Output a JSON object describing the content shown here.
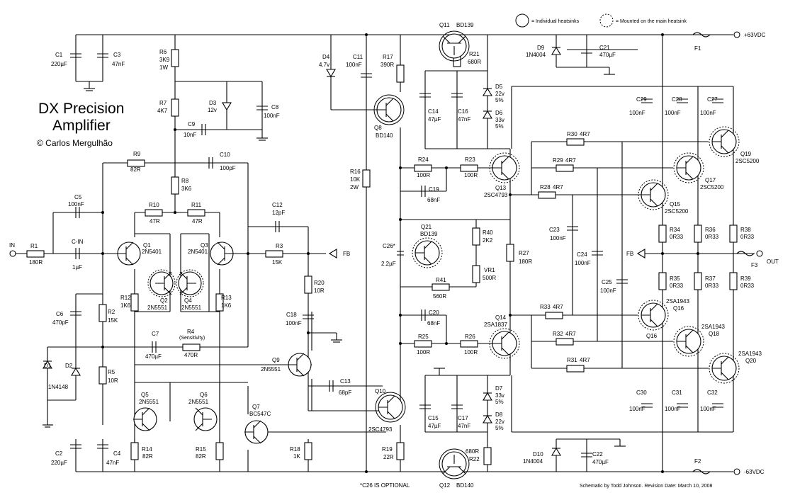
{
  "title": {
    "line1": "DX Precision",
    "line2": "Amplifier",
    "copyright": "© Carlos Mergulhão"
  },
  "legend": {
    "individual": "= Individual heatsinks",
    "main": "= Mounted on the main heatsink"
  },
  "rails": {
    "positive": "+63VDC",
    "negative": "-63VDC"
  },
  "terminals": {
    "input": "IN",
    "output": "OUT",
    "feedback": "FB"
  },
  "footer": {
    "optional_note": "*C26 IS OPTIONAL",
    "credit": "Schematic by Todd Johnson.  Revision Date: March 10, 2008"
  },
  "components": {
    "C1": [
      "C1",
      "220µF"
    ],
    "C3": [
      "C3",
      "47nF"
    ],
    "R6": [
      "R6",
      "3K9",
      "1W"
    ],
    "R7": [
      "R7",
      "4K7"
    ],
    "D3": [
      "D3",
      "12v"
    ],
    "C8": [
      "C8",
      "100nF"
    ],
    "C9": [
      "C9",
      "10nF"
    ],
    "R9": [
      "R9",
      "82R"
    ],
    "C10": [
      "C10",
      "100pF"
    ],
    "R8": [
      "R8",
      "3K6"
    ],
    "R10": [
      "R10",
      "47R"
    ],
    "R11": [
      "R11",
      "47R"
    ],
    "C5": [
      "C5",
      "100nF"
    ],
    "CIN": [
      "C-IN",
      "1µF"
    ],
    "R1": [
      "R1",
      "180R"
    ],
    "Q1": [
      "Q1",
      "2N5401"
    ],
    "Q2": [
      "Q2",
      "2N5551"
    ],
    "Q3": [
      "Q3",
      "2N5401"
    ],
    "Q4": [
      "Q4",
      "2N5551"
    ],
    "R12": [
      "R12",
      "1K6"
    ],
    "R13": [
      "R13",
      "1K6"
    ],
    "C12": [
      "C12",
      "12pF"
    ],
    "R3": [
      "R3",
      "15K"
    ],
    "R20": [
      "R20",
      "10R"
    ],
    "C18": [
      "C18",
      "100nF"
    ],
    "C6": [
      "C6",
      "470pF"
    ],
    "R2": [
      "R2",
      "15K"
    ],
    "C7": [
      "C7",
      "470µF"
    ],
    "R4": [
      "R4",
      "(Sensitivity)",
      "470R"
    ],
    "D1": [
      "D1",
      "1N4148"
    ],
    "D2": [
      "D2"
    ],
    "R5": [
      "R5",
      "10R"
    ],
    "Q9": [
      "Q9",
      "2N5551"
    ],
    "C13": [
      "C13",
      "68pF"
    ],
    "Q5": [
      "Q5",
      "2N5551"
    ],
    "Q6": [
      "Q6",
      "2N5551"
    ],
    "Q7": [
      "Q7",
      "BC547C"
    ],
    "R14": [
      "R14",
      "82R"
    ],
    "R15": [
      "R15",
      "82R"
    ],
    "R18": [
      "R18",
      "1K"
    ],
    "C2": [
      "C2",
      "220µF"
    ],
    "C4": [
      "C4",
      "47nF"
    ],
    "D4": [
      "D4",
      "4.7v"
    ],
    "C11": [
      "C11",
      "100nF"
    ],
    "R17": [
      "R17",
      "390R"
    ],
    "Q8": [
      "Q8",
      "BD140"
    ],
    "R16": [
      "R16",
      "10K",
      "2W"
    ],
    "Q11": [
      "Q11",
      "BD139"
    ],
    "R21": [
      "R21",
      "680R"
    ],
    "C14": [
      "C14",
      "47µF"
    ],
    "C16": [
      "C16",
      "47nF"
    ],
    "D5": [
      "D5",
      "22v",
      "5%"
    ],
    "D6": [
      "D6",
      "33v",
      "5%"
    ],
    "R24": [
      "R24",
      "100R"
    ],
    "R23": [
      "R23",
      "100R"
    ],
    "C19": [
      "C19",
      "68nF"
    ],
    "C26": [
      "C26*",
      "2.2µF"
    ],
    "Q21": [
      "Q21",
      "BD139"
    ],
    "R40": [
      "R40",
      "2K2"
    ],
    "R41": [
      "R41",
      "560R"
    ],
    "VR1": [
      "VR1",
      "500R"
    ],
    "C20": [
      "C20",
      "68nF"
    ],
    "R25": [
      "R25",
      "100R"
    ],
    "R26": [
      "R26",
      "100R"
    ],
    "Q10": [
      "Q10",
      "2SC4793"
    ],
    "R19": [
      "R19",
      "22R"
    ],
    "C15": [
      "C15",
      "47µF"
    ],
    "C17": [
      "C17",
      "47nF"
    ],
    "D7": [
      "D7",
      "33v",
      "5%"
    ],
    "D8": [
      "D8",
      "22v",
      "5%"
    ],
    "R22": [
      "680R",
      "R22"
    ],
    "Q12": [
      "Q12",
      "BD140"
    ],
    "D9": [
      "D9",
      "1N4004"
    ],
    "C21": [
      "C21",
      "470µF"
    ],
    "F1": [
      "F1"
    ],
    "Q13": [
      "Q13",
      "2SC4793"
    ],
    "Q14": [
      "Q14",
      "2SA1837"
    ],
    "R27": [
      "R27",
      "180R"
    ],
    "C29": [
      "C29",
      "100nF"
    ],
    "C28": [
      "C28",
      "100nF"
    ],
    "C27": [
      "C27",
      "100nF"
    ],
    "R30": [
      "R30",
      "4R7"
    ],
    "R29": [
      "R29",
      "4R7"
    ],
    "R28": [
      "R28",
      "4R7"
    ],
    "Q19": [
      "Q19",
      "2SC5200"
    ],
    "Q17": [
      "Q17",
      "2SC5200"
    ],
    "Q15": [
      "Q15",
      "2SC5200"
    ],
    "C23": [
      "C23",
      "100nF"
    ],
    "C24": [
      "C24",
      "100nF"
    ],
    "C25": [
      "C25",
      "100nF"
    ],
    "R34": [
      "R34",
      "0R33"
    ],
    "R36": [
      "R36",
      "0R33"
    ],
    "R38": [
      "R38",
      "0R33"
    ],
    "R35": [
      "R35",
      "0R33"
    ],
    "R37": [
      "R37",
      "0R33"
    ],
    "R39": [
      "R39",
      "0R33"
    ],
    "F3": [
      "F3"
    ],
    "R33": [
      "R33",
      "4R7"
    ],
    "R32": [
      "R32",
      "4R7"
    ],
    "R31": [
      "R31",
      "4R7"
    ],
    "Q16": [
      "2SA1943",
      "Q16",
      "Q16"
    ],
    "Q18": [
      "2SA1943",
      "Q18"
    ],
    "Q20": [
      "2SA1943",
      "Q20"
    ],
    "C30": [
      "C30",
      "100nF"
    ],
    "C31": [
      "C31",
      "100nF"
    ],
    "C32": [
      "C32",
      "100nF"
    ],
    "D10": [
      "D10",
      "1N4004"
    ],
    "C22": [
      "C22",
      "470µF"
    ],
    "F2": [
      "F2"
    ]
  }
}
